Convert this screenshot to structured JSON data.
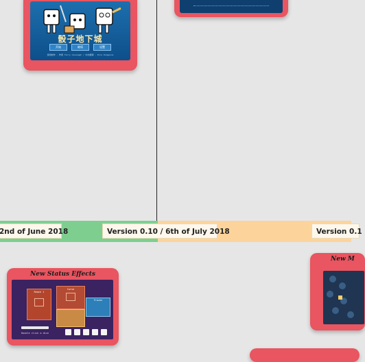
{
  "timeline": {
    "labels": [
      {
        "text": "2nd of June 2018"
      },
      {
        "text": "Version 0.10 / 6th  of July 2018"
      },
      {
        "text": "Version 0.1"
      }
    ],
    "band_colors": {
      "green": "#7ecf8f",
      "orange": "#fcd49b"
    }
  },
  "cards": {
    "title_screen": {
      "game_title": "骰子地下城",
      "menu": [
        "开始",
        "继续",
        "设置"
      ],
      "footer": "游戏制作 · 作者 Terry Cavanagh / 中文翻译 · Dice Dungeons"
    },
    "status_effects": {
      "title": "New Status Effects",
      "panels": [
        "Reach 1",
        "Curse",
        "Frozen"
      ],
      "hint": "Double click a dice"
    },
    "right_card": {
      "title": "New M"
    }
  },
  "colors": {
    "card": "#e95560",
    "accent": "#1f5f9e"
  }
}
